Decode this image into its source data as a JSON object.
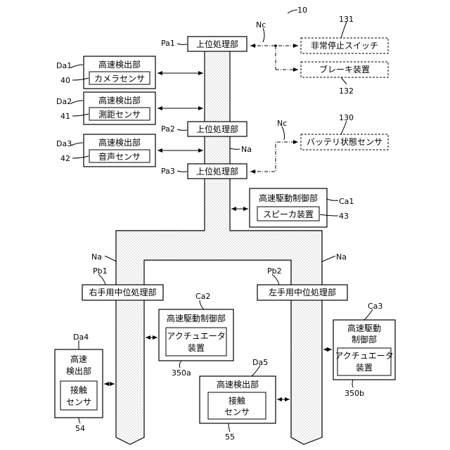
{
  "diagram": {
    "labels": {
      "fig_num": "10",
      "Pa1": "Pa1",
      "Pa2": "Pa2",
      "Pa3": "Pa3",
      "Nc_top": "Nc",
      "Nc_mid": "Nc",
      "Na_mid": "Na",
      "Na_left": "Na",
      "Na_right": "Na",
      "Da1": "Da1",
      "Da2": "Da2",
      "Da3": "Da3",
      "Da4": "Da4",
      "Da5": "Da5",
      "Ca1": "Ca1",
      "Ca2": "Ca2",
      "Ca3": "Ca3",
      "Pb1": "Pb1",
      "Pb2": "Pb2",
      "n131": "131",
      "n132": "132",
      "n130": "130",
      "n40": "40",
      "n41": "41",
      "n42": "42",
      "n43": "43",
      "n54": "54",
      "n55": "55",
      "n350a": "350a",
      "n350b": "350b"
    },
    "boxes": {
      "pa1": "上位処理部",
      "pa2": "上位処理部",
      "pa3": "上位処理部",
      "emergency_stop": "非常停止スイッチ",
      "brake": "ブレーキ装置",
      "battery_sensor": "バッテリ状態センサ",
      "da1_title": "高速検出部",
      "da1_inner": "カメラセンサ",
      "da2_title": "高速検出部",
      "da2_inner": "測距センサ",
      "da3_title": "高速検出部",
      "da3_inner": "音声センサ",
      "ca1_title": "高速駆動制御部",
      "ca1_inner": "スピーカ装置",
      "pb1": "右手用中位処理部",
      "pb2": "左手用中位処理部",
      "ca2_title": "高速駆動制御部",
      "ca2_inner_1": "アクチュエータ",
      "ca2_inner_2": "装置",
      "ca3_title_1": "高速駆動",
      "ca3_title_2": "制御部",
      "ca3_inner_1": "アクチュエータ",
      "ca3_inner_2": "装置",
      "da4_title_1": "高速",
      "da4_title_2": "検出部",
      "da4_inner_1": "接触",
      "da4_inner_2": "センサ",
      "da5_title": "高速検出部",
      "da5_inner_1": "接触",
      "da5_inner_2": "センサ"
    }
  }
}
